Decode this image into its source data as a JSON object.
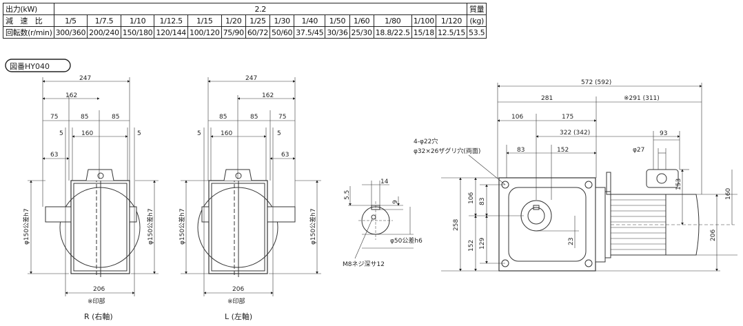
{
  "table": {
    "output_label": "出力(kW)",
    "output_value": "2.2",
    "mass_label": "質量",
    "ratio_label": "減　速　比",
    "mass_unit": "(kg)",
    "speed_label": "回転数(r/min)",
    "mass_value": "53.5",
    "ratios": [
      "1/5",
      "1/7.5",
      "1/10",
      "1/12.5",
      "1/15",
      "1/20",
      "1/25",
      "1/30",
      "1/40",
      "1/50",
      "1/60",
      "1/80",
      "1/100",
      "1/120"
    ],
    "speeds": [
      "300/360",
      "200/240",
      "150/180",
      "120/144",
      "100/120",
      "75/90",
      "60/72",
      "50/60",
      "37.5/45",
      "30/36",
      "25/30",
      "18.8/22.5",
      "15/18",
      "12.5/15"
    ]
  },
  "drawing": {
    "model_label": "図番HY040",
    "right_view": {
      "caption": "R (右軸)",
      "dims": [
        "247",
        "162",
        "75",
        "85",
        "85",
        "5",
        "160",
        "5",
        "63",
        "206"
      ],
      "mark": "※印部",
      "shaft_left": "φ150公差h7",
      "shaft_right": "φ150公差h7"
    },
    "left_view": {
      "caption": "L (左軸)",
      "dims": [
        "247",
        "162",
        "85",
        "85",
        "75",
        "5",
        "160",
        "5",
        "63",
        "206"
      ],
      "mark": "※印部",
      "shaft_left": "φ150公差h7",
      "shaft_right": "φ150公差h7"
    },
    "shaft_view": {
      "dims": [
        "14",
        "5.5",
        "9"
      ],
      "diameter": "φ50公差h6",
      "thread": "M8ネジ深サ12"
    },
    "side_view": {
      "top_dims": [
        "572 (592)",
        "281",
        "※291 (311)",
        "106",
        "175",
        "322 (342)",
        "93",
        "83",
        "152",
        "φ27"
      ],
      "hole_note_1": "4-φ22穴",
      "hole_note_2": "φ32×26ザグリ穴(両面)",
      "left_dims": [
        "258",
        "106",
        "152",
        "83",
        "129"
      ],
      "inner_dims": [
        "23"
      ],
      "right_dims": [
        "153",
        "160",
        "206"
      ]
    }
  }
}
